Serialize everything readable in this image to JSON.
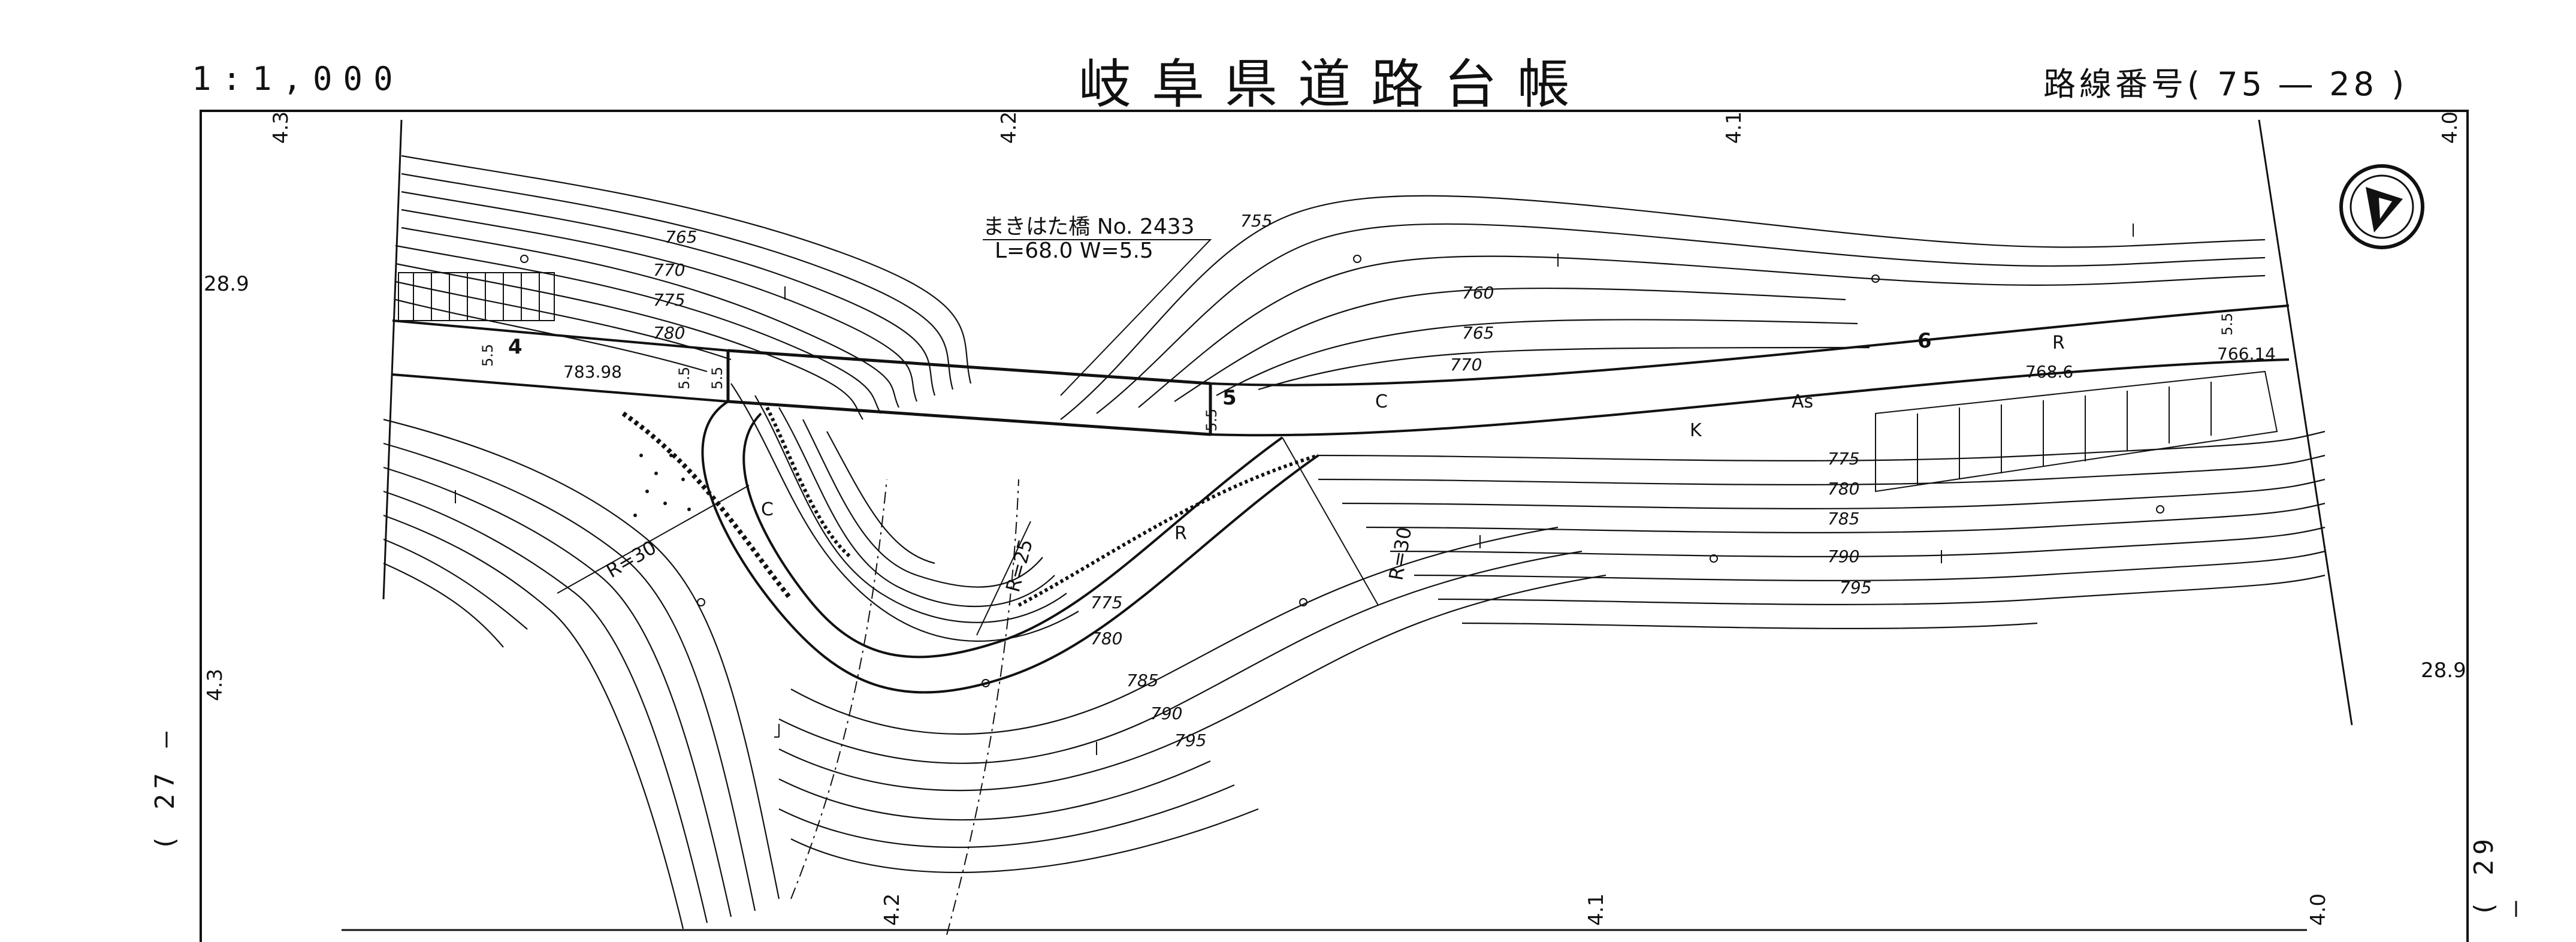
{
  "header": {
    "scale": "1:1,000",
    "title": "岐阜県道路台帳",
    "route_number": "路線番号(  75 ― 28  )"
  },
  "edge_labels": {
    "prev_sheet": "( 27 ―",
    "next_sheet": "( 29 ―"
  },
  "grid_labels": {
    "top": [
      "4.3",
      "4.2",
      "4.1",
      "4.0"
    ],
    "bottom": [
      "4.2",
      "4.1",
      "4.0"
    ],
    "left": [
      "28.9",
      "4.3"
    ],
    "right": [
      "28.9"
    ]
  },
  "bridge": {
    "name": "まきはた橋 No. 2433",
    "dims": "L=68.0  W=5.5"
  },
  "contours": [
    "755",
    "760",
    "765",
    "770",
    "775",
    "780",
    "785",
    "790",
    "795"
  ],
  "stations": [
    "4",
    "5",
    "6"
  ],
  "elevations": [
    "783.98",
    "768.6",
    "766.14"
  ],
  "curves": [
    "R=30",
    "R=25",
    "R=30"
  ],
  "widths": [
    "5.5",
    "5.5",
    "5.5",
    "5.5",
    "5.5"
  ],
  "surface_labels": [
    "C",
    "C",
    "As",
    "R",
    "R",
    "K"
  ],
  "colors": {
    "ink": "#111111",
    "paper": "#ffffff"
  },
  "icons": [
    "north-arrow-icon"
  ]
}
